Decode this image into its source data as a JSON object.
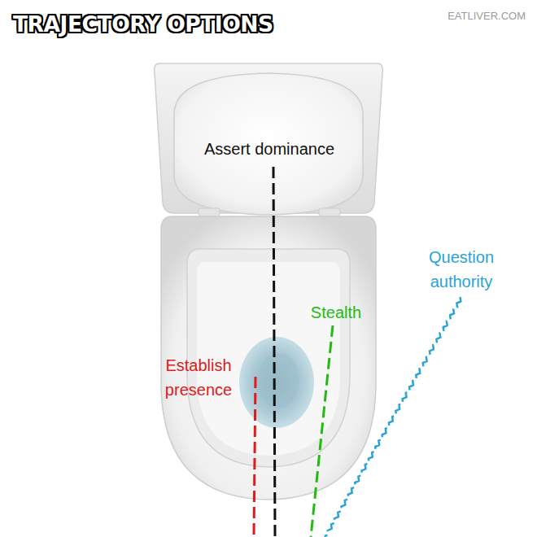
{
  "diagram": {
    "title": "TRAJECTORY OPTIONS",
    "labels": [
      "EATLIVER.COM",
      "Assert dominance",
      "Question authority",
      "Stealth",
      "Establish presence"
    ]
  }
}
